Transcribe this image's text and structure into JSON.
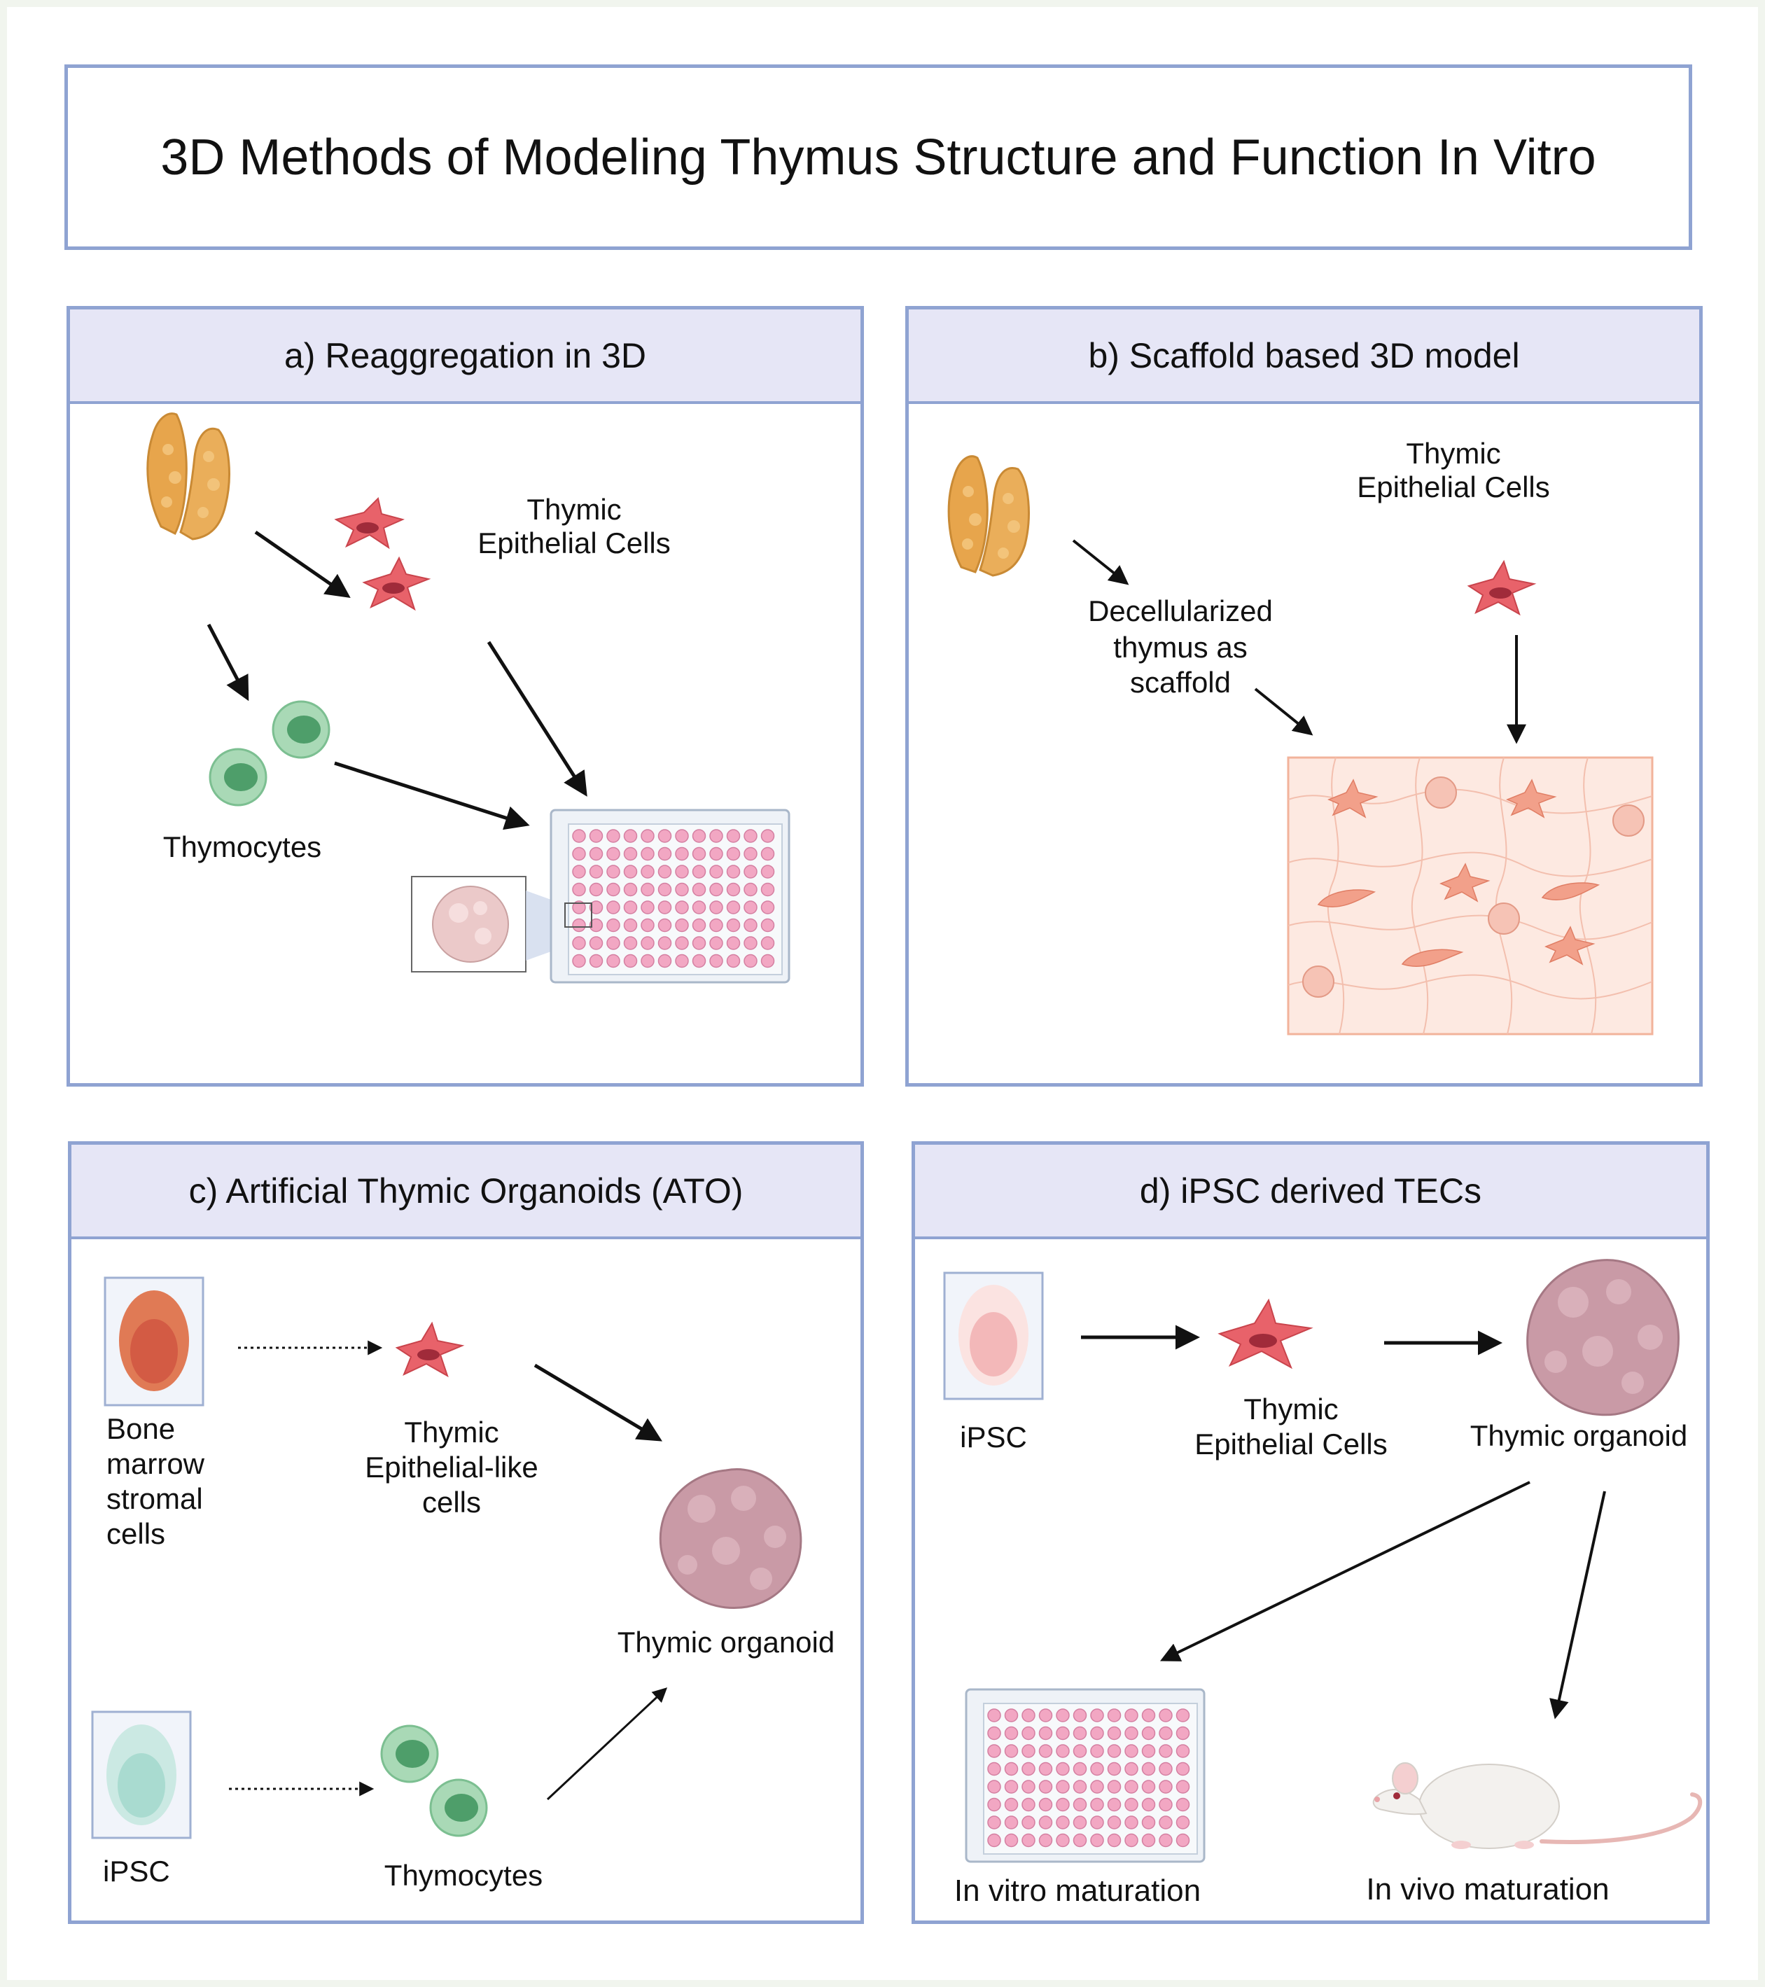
{
  "title": "3D Methods of Modeling Thymus Structure and Function In Vitro",
  "panels": {
    "a": {
      "header": "a) Reaggregation in 3D",
      "tec_label_1": "Thymic",
      "tec_label_2": "Epithelial Cells",
      "thymocytes_label": "Thymocytes"
    },
    "b": {
      "header": "b) Scaffold based 3D model",
      "tec_label_1": "Thymic",
      "tec_label_2": "Epithelial Cells",
      "decell_1": "Decellularized",
      "decell_2": "thymus as",
      "decell_3": "scaffold"
    },
    "c": {
      "header": "c) Artificial Thymic Organoids (ATO)",
      "bm_1": "Bone",
      "bm_2": "marrow",
      "bm_3": "stromal",
      "bm_4": "cells",
      "tel_1": "Thymic",
      "tel_2": "Epithelial-like",
      "tel_3": "cells",
      "organoid_label": "Thymic organoid",
      "ipsc_label": "iPSC",
      "thymocytes_label": "Thymocytes"
    },
    "d": {
      "header": "d) iPSC derived TECs",
      "ipsc_label": "iPSC",
      "tec_label_1": "Thymic",
      "tec_label_2": "Epithelial Cells",
      "organoid_label": "Thymic organoid",
      "in_vitro_label": "In vitro maturation",
      "in_vivo_label": "In vivo maturation"
    }
  },
  "colors": {
    "panel_border": "#8fa3d2",
    "header_fill": "#e6e6f6",
    "tec_red": "#e8626a",
    "thymocyte_green": "#6dbb8a",
    "thymus_orange": "#e7a54c",
    "organoid_pink": "#c99aa6",
    "well_pink": "#f2a7c3"
  }
}
